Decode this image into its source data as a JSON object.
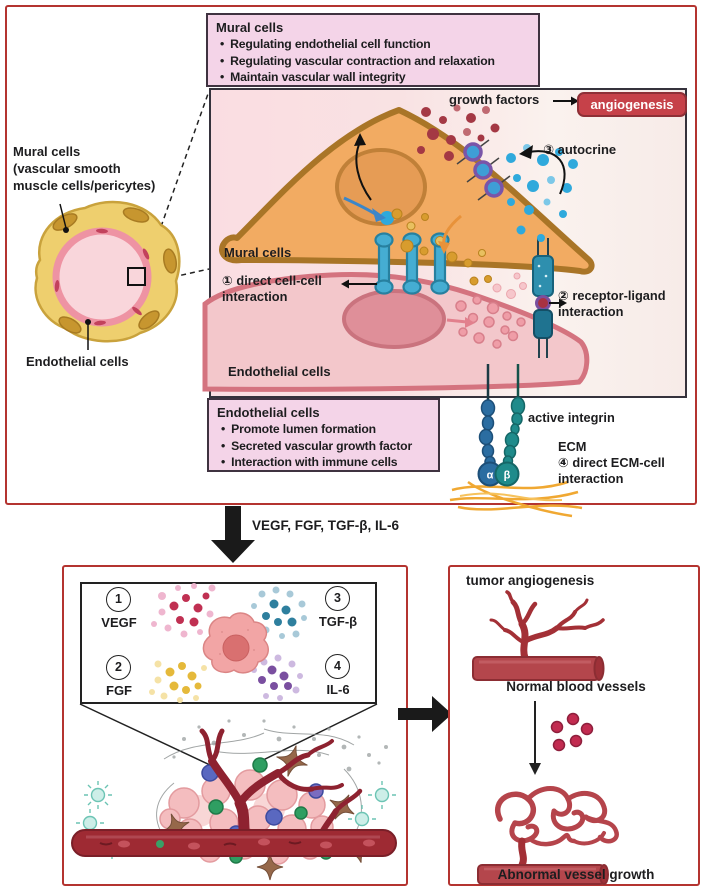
{
  "colors": {
    "accent_red_border": "#b43430",
    "badge_red": "#c64149",
    "pink_info_box": "#f4d4e8",
    "mural_cell_orange": "#f2ab62",
    "endothelial_pink": "#f3c7cb",
    "junction_blue": "#45add2",
    "vessel_dark_red": "#9e2a33"
  },
  "top_section": {
    "mural_info_box": {
      "title": "Mural cells",
      "bullets": [
        "Regulating endothelial cell function",
        "Regulating vascular contraction and relaxation",
        "Maintain vascular wall integrity"
      ]
    },
    "endothelial_info_box": {
      "title": "Endothelial cells",
      "bullets": [
        "Promote lumen formation",
        "Secreted vascular growth factor",
        "Interaction with immune cells"
      ]
    },
    "vessel_inset": {
      "label_lines": [
        "Mural cells",
        "(vascular smooth",
        "muscle cells/pericytes)"
      ],
      "endothelial_label": "Endothelial cells"
    },
    "panel": {
      "growth_factors_label": "growth factors",
      "angiogenesis_badge": "angiogenesis",
      "autocrine_label": "③ autocrine",
      "mural_cells_label": "Mural cells",
      "direct_interaction_line1": "① direct cell-cell",
      "direct_interaction_line2": "interaction",
      "receptor_ligand_line1": "② receptor-ligand",
      "receptor_ligand_line2": "interaction",
      "endothelial_cells_label": "Endothelial cells",
      "active_integrin_label": "active integrin",
      "ecm_label": "ECM",
      "ecm_interaction_line1": "④ direct ECM-cell",
      "ecm_interaction_line2": "interaction",
      "integrin_alpha": "α",
      "integrin_beta": "β"
    }
  },
  "middle": {
    "signaling_factors_label": "VEGF, FGF, TGF-β, IL-6"
  },
  "bottom_left": {
    "factors": [
      {
        "num": "1",
        "label": "VEGF"
      },
      {
        "num": "2",
        "label": "FGF"
      },
      {
        "num": "3",
        "label": "TGF-β"
      },
      {
        "num": "4",
        "label": "IL-6"
      }
    ]
  },
  "bottom_right": {
    "title": "tumor angiogenesis",
    "normal_label": "Normal blood vessels",
    "abnormal_label": "Abnormal vessel growth"
  }
}
